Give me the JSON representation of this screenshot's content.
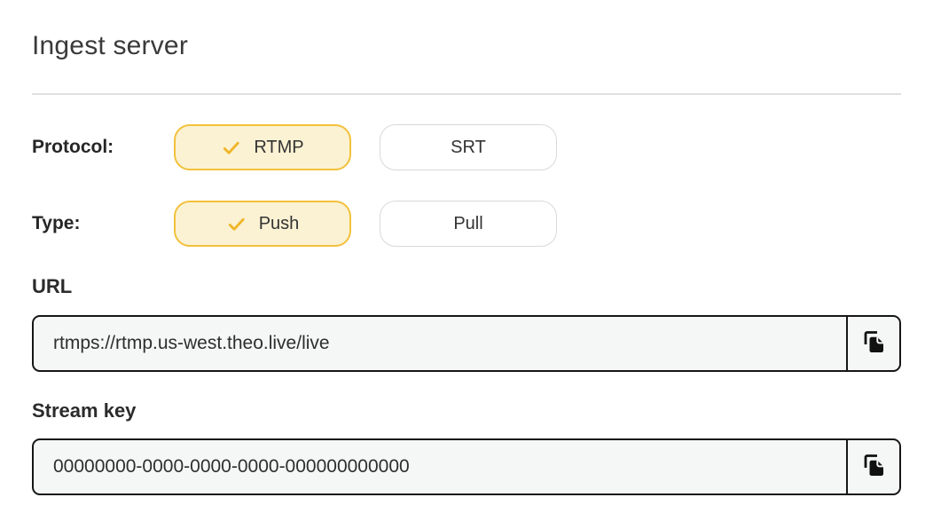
{
  "page": {
    "title": "Ingest server"
  },
  "colors": {
    "accent_border": "#f2c13b",
    "accent_bg": "#fbf2d3",
    "check": "#efb62a",
    "input_bg": "#f5f6f6",
    "input_border": "#161616",
    "divider": "#e0e0e0",
    "text": "#333333"
  },
  "icons": {
    "check": "check-icon",
    "copy": "copy-icon"
  },
  "fields": {
    "protocol": {
      "label": "Protocol:",
      "options": [
        {
          "label": "RTMP",
          "selected": true
        },
        {
          "label": "SRT",
          "selected": false
        }
      ]
    },
    "type": {
      "label": "Type:",
      "options": [
        {
          "label": "Push",
          "selected": true
        },
        {
          "label": "Pull",
          "selected": false
        }
      ]
    },
    "url": {
      "label": "URL",
      "value": "rtmps://rtmp.us-west.theo.live/live"
    },
    "stream_key": {
      "label": "Stream key",
      "value": "00000000-0000-0000-0000-000000000000"
    }
  }
}
